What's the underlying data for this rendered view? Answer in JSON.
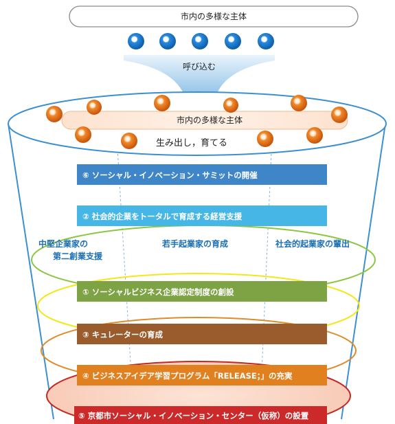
{
  "top_label": "市内の多様な主体",
  "arrow_label": "呼び込む",
  "inner_label": "市内の多様な主体",
  "nurture_label": "生み出し，育てる",
  "columns": {
    "left_line1": "中堅企業家の",
    "left_line2": "第二創業支援",
    "center": "若手起業家の育成",
    "right": "社会的起業家の輩出"
  },
  "bars": [
    {
      "label": "⑥ ソーシャル・イノベーション・サミットの開催",
      "color": "#3f86c8"
    },
    {
      "label": "② 社会的企業をトータルで育成する経営支援",
      "color": "#45b6e6"
    },
    {
      "label": "① ソーシャルビジネス企業認定制度の創設",
      "color": "#7ea345"
    },
    {
      "label": "③ キュレーターの育成",
      "color": "#9a5c2c"
    },
    {
      "label": "④ ビジネスアイデア学習プログラム「RELEASE；」の充実",
      "color": "#e1801f"
    },
    {
      "label": "⑤ 京都市ソーシャル・イノベーション・センター（仮称）の設置",
      "color": "#cc2a2a"
    }
  ],
  "colors": {
    "funnel_outline": "#3b8fd0",
    "ring_green": "#8cc63f",
    "ring_yellow": "#f5e61a",
    "ring_orange": "#e08a2a",
    "ring_red": "#c2281f",
    "blue_ball": "#1f7fd0",
    "orange_ball": "#e8741a"
  },
  "icons": [
    "blue-ball-icon",
    "orange-ball-icon",
    "down-arrow-icon"
  ]
}
